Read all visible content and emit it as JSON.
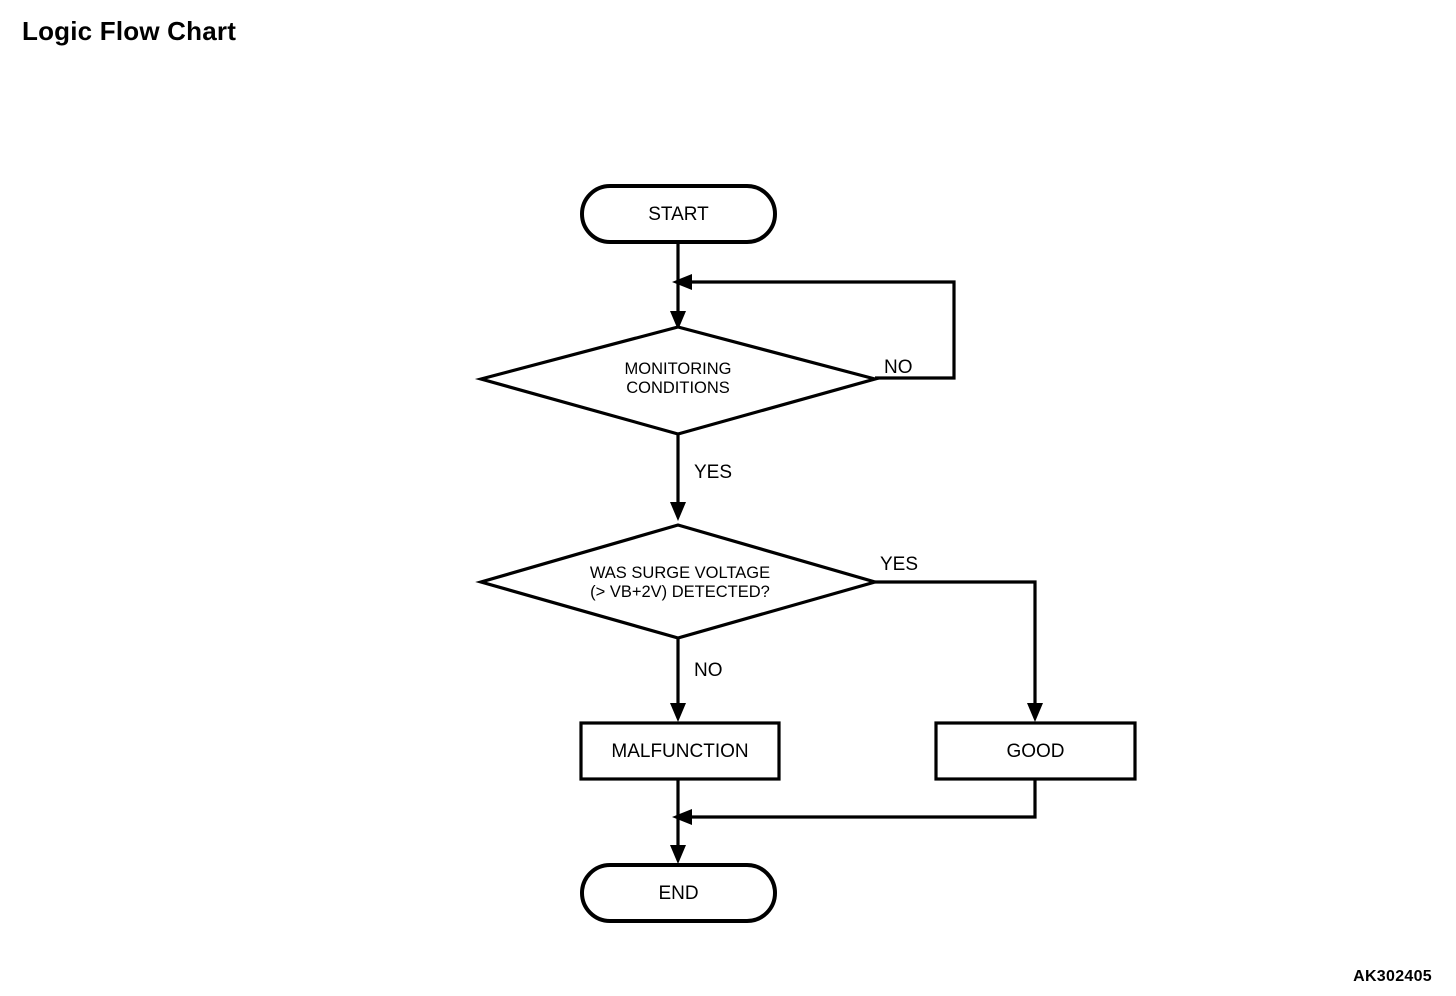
{
  "page": {
    "title": "Logic Flow Chart",
    "figure_code": "AK302405",
    "background_color": "#ffffff",
    "line_color": "#000000"
  },
  "chart_data": {
    "type": "diagram",
    "diagram_type": "flowchart",
    "title": "Logic Flow Chart",
    "orientation": "top-to-bottom",
    "nodes": [
      {
        "id": "start",
        "shape": "terminator",
        "label": "START"
      },
      {
        "id": "monitoring",
        "shape": "decision",
        "label": "MONITORING CONDITIONS",
        "label_lines": [
          "MONITORING",
          "CONDITIONS"
        ]
      },
      {
        "id": "surge",
        "shape": "decision",
        "label": "WAS SURGE VOLTAGE (> VB+2V) DETECTED?",
        "label_lines": [
          "WAS SURGE VOLTAGE",
          "(> VB+2V) DETECTED?"
        ]
      },
      {
        "id": "malfunction",
        "shape": "process",
        "label": "MALFUNCTION"
      },
      {
        "id": "good",
        "shape": "process",
        "label": "GOOD"
      },
      {
        "id": "end",
        "shape": "terminator",
        "label": "END"
      }
    ],
    "edges": [
      {
        "from": "start",
        "to": "monitoring",
        "label": ""
      },
      {
        "from": "monitoring",
        "to": "monitoring",
        "label": "NO",
        "route": "loop-right-up"
      },
      {
        "from": "monitoring",
        "to": "surge",
        "label": "YES",
        "route": "down"
      },
      {
        "from": "surge",
        "to": "good",
        "label": "YES",
        "route": "right-down"
      },
      {
        "from": "surge",
        "to": "malfunction",
        "label": "NO",
        "route": "down"
      },
      {
        "from": "malfunction",
        "to": "end",
        "label": "",
        "route": "down"
      },
      {
        "from": "good",
        "to": "end",
        "label": "",
        "route": "down-left-merge"
      }
    ],
    "branch_labels": {
      "monitoring_no": "NO",
      "monitoring_yes": "YES",
      "surge_yes": "YES",
      "surge_no": "NO"
    }
  }
}
